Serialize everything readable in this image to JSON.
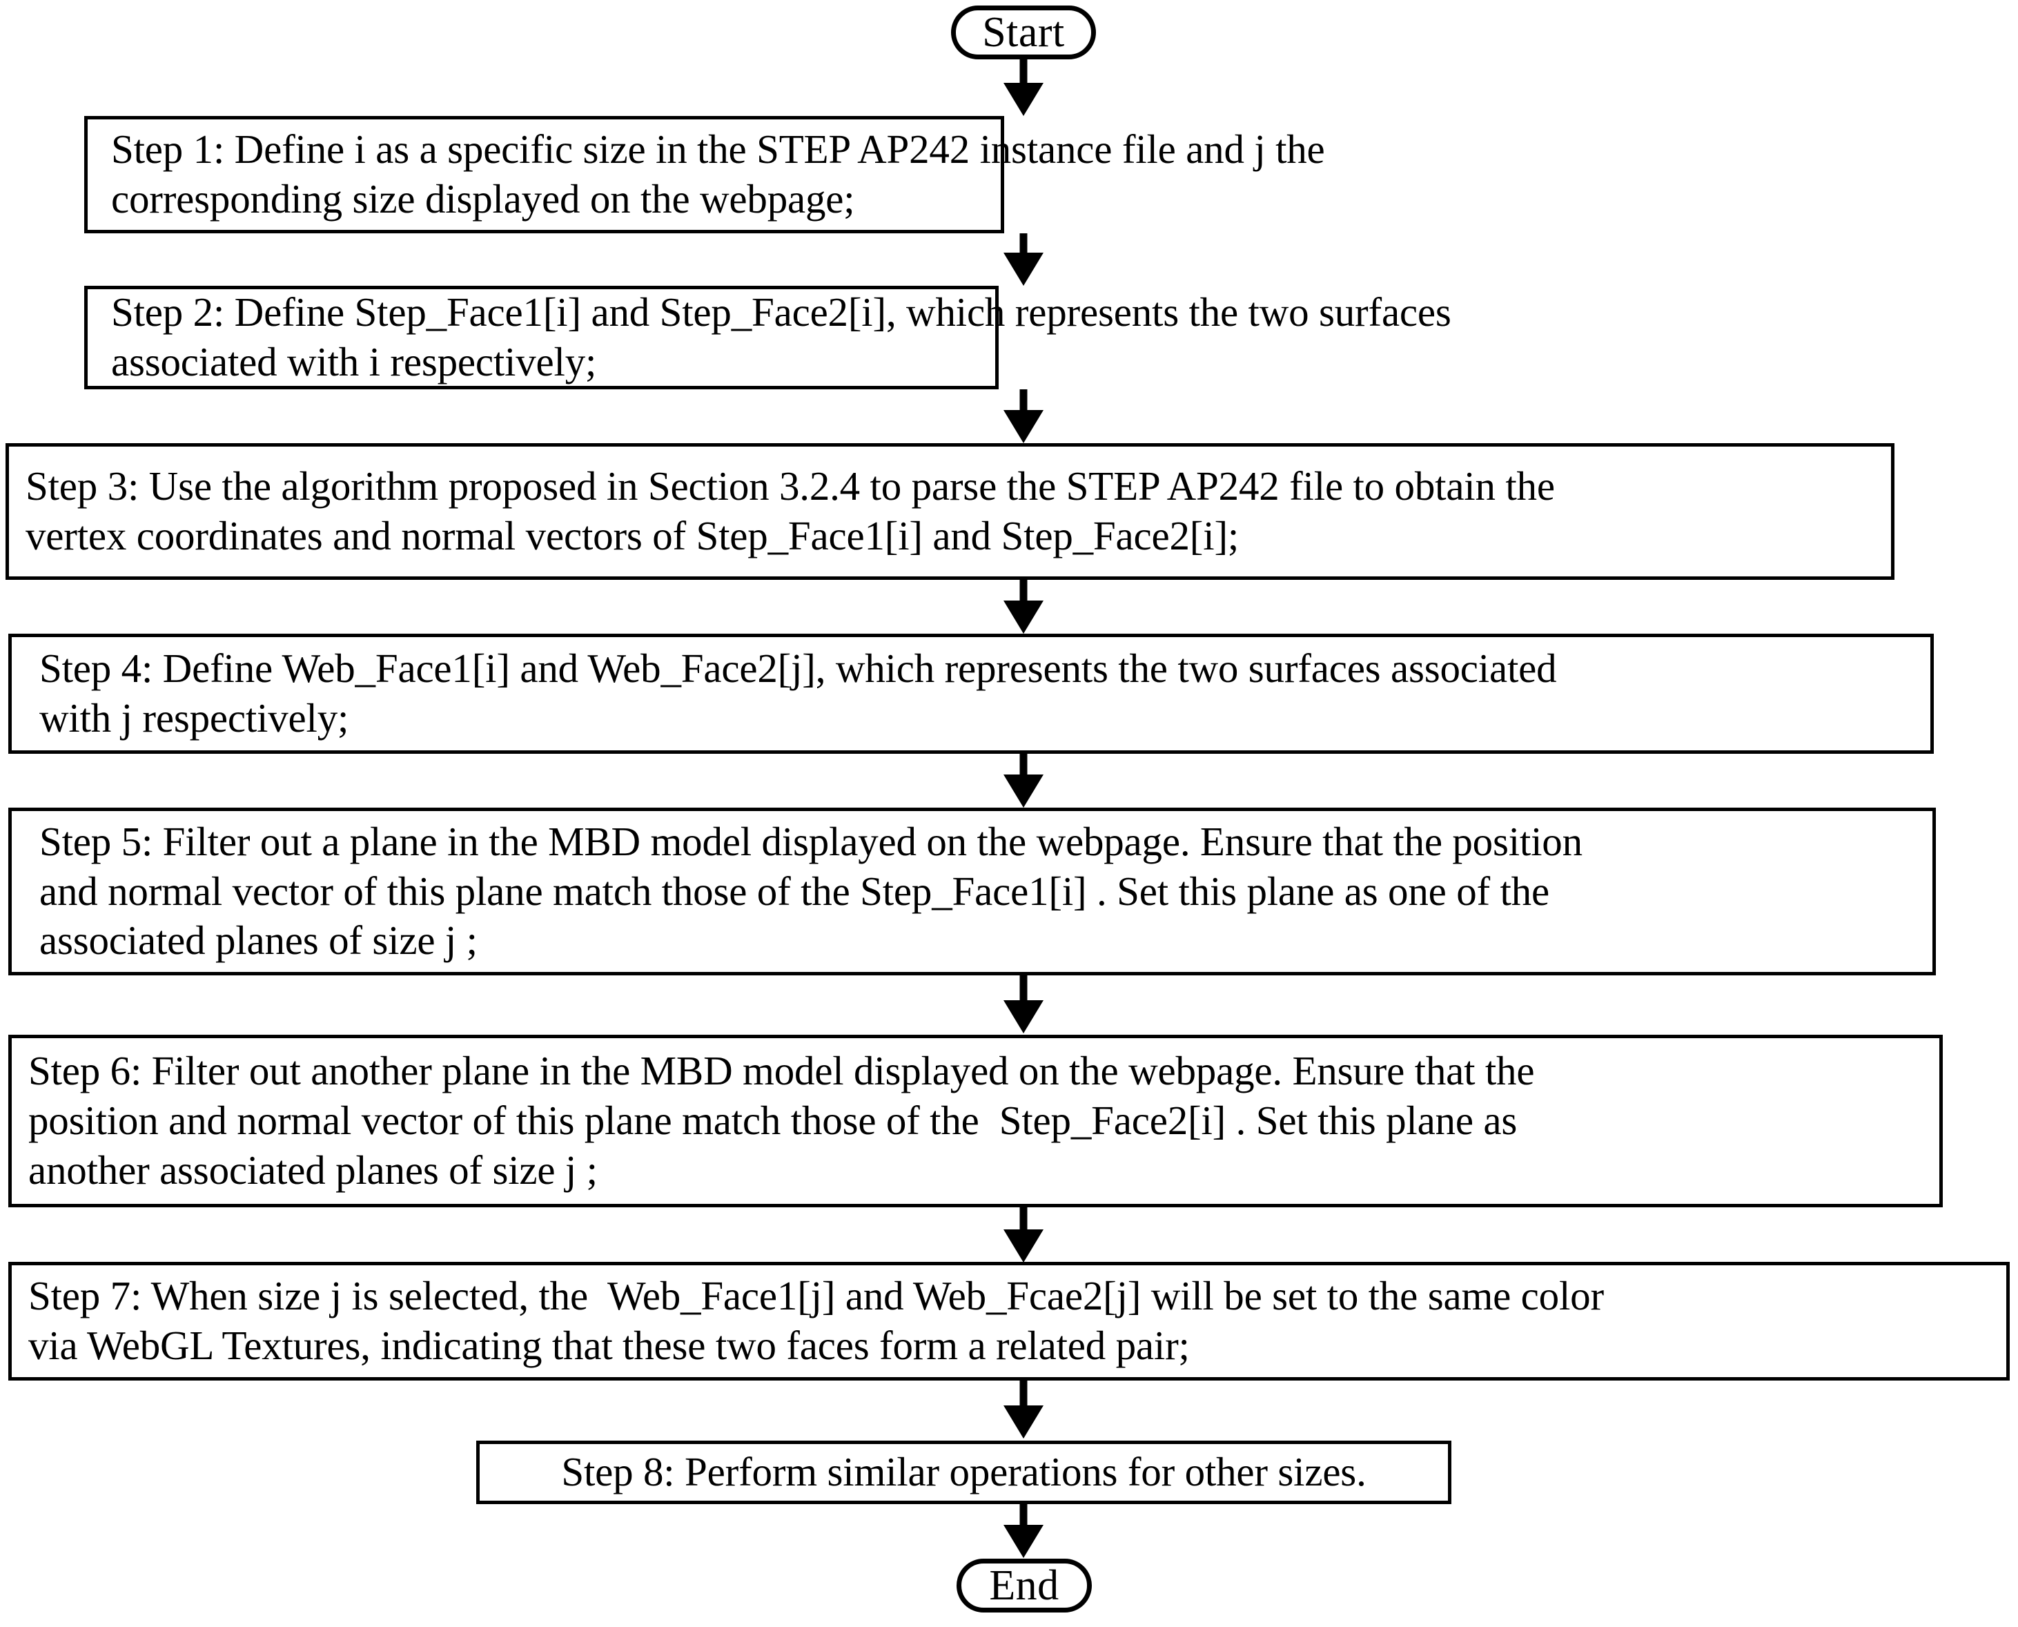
{
  "diagram": {
    "title_terminators": {
      "start": "Start",
      "end": "End"
    },
    "nodes": [
      {
        "id": "start",
        "type": "terminator",
        "label": "Start"
      },
      {
        "id": "step1",
        "type": "process",
        "lines": [
          "Step 1: Define i as a specific size in the STEP AP242 instance file and j the",
          "corresponding size displayed on the webpage;"
        ]
      },
      {
        "id": "step2",
        "type": "process",
        "lines": [
          "Step 2: Define Step_Face1[i] and Step_Face2[i], which represents the two surfaces",
          "associated with i respectively;"
        ]
      },
      {
        "id": "step3",
        "type": "process",
        "lines": [
          "Step 3: Use the algorithm proposed in Section 3.2.4 to parse the STEP AP242 file to obtain the",
          "vertex coordinates and normal vectors of Step_Face1[i] and Step_Face2[i];"
        ]
      },
      {
        "id": "step4",
        "type": "process",
        "lines": [
          "Step 4: Define Web_Face1[i] and Web_Face2[j], which represents the two surfaces associated",
          "with j respectively;"
        ]
      },
      {
        "id": "step5",
        "type": "process",
        "lines": [
          "Step 5: Filter out a plane in the MBD model displayed on the webpage. Ensure that the position",
          "and normal vector of this plane match those of the Step_Face1[i] . Set this plane as one of the",
          "associated planes of size j ;"
        ]
      },
      {
        "id": "step6",
        "type": "process",
        "lines": [
          "Step 6: Filter out another plane in the MBD model displayed on the webpage. Ensure that the",
          "position and normal vector of this plane match those of the  Step_Face2[i] . Set this plane as",
          "another associated planes of size j ;"
        ]
      },
      {
        "id": "step7",
        "type": "process",
        "lines": [
          "Step 7: When size j is selected, the  Web_Face1[j] and Web_Fcae2[j] will be set to the same color",
          "via WebGL Textures, indicating that these two faces form a related pair;"
        ]
      },
      {
        "id": "step8",
        "type": "process",
        "lines": [
          "Step 8: Perform similar operations for other sizes."
        ]
      },
      {
        "id": "end",
        "type": "terminator",
        "label": "End"
      }
    ],
    "edges": [
      {
        "from": "start",
        "to": "step1"
      },
      {
        "from": "step1",
        "to": "step2"
      },
      {
        "from": "step2",
        "to": "step3"
      },
      {
        "from": "step3",
        "to": "step4"
      },
      {
        "from": "step4",
        "to": "step5"
      },
      {
        "from": "step5",
        "to": "step6"
      },
      {
        "from": "step6",
        "to": "step7"
      },
      {
        "from": "step7",
        "to": "step8"
      },
      {
        "from": "step8",
        "to": "end"
      }
    ],
    "colors": {
      "stroke": "#000000",
      "fill": "#ffffff",
      "text": "#000000"
    }
  }
}
